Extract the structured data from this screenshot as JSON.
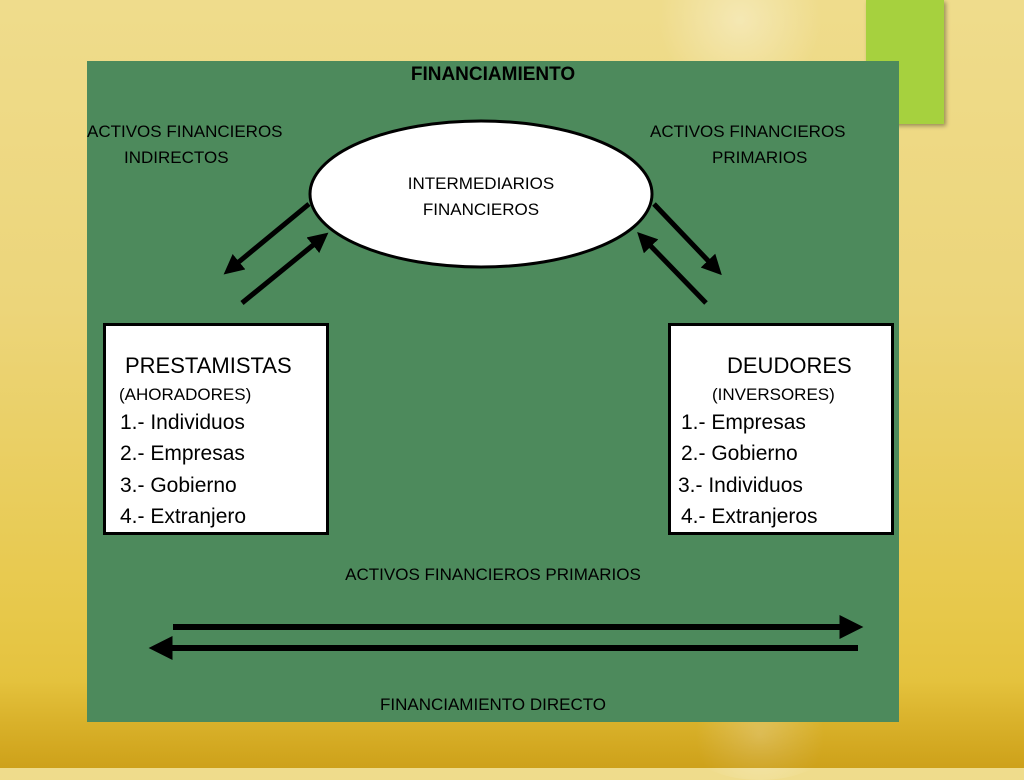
{
  "title": "FINANCIAMIENTO",
  "top_left_label": {
    "line1": "ACTIVOS FINANCIEROS",
    "line2": "INDIRECTOS"
  },
  "top_right_label": {
    "line1": "ACTIVOS  FINANCIEROS",
    "line2": "PRIMARIOS"
  },
  "intermediaries": {
    "line1": "INTERMEDIARIOS",
    "line2": "FINANCIEROS"
  },
  "lenders": {
    "title": "PRESTAMISTAS",
    "subtitle": "(AHORADORES)",
    "items": [
      "1.- Individuos",
      "2.- Empresas",
      "3.- Gobierno",
      "4.- Extranjero"
    ]
  },
  "debtors": {
    "title": "DEUDORES",
    "subtitle": "(INVERSORES)",
    "items": [
      "1.- Empresas",
      "2.- Gobierno",
      "3.- Individuos",
      "4.- Extranjeros"
    ]
  },
  "middle_label": "ACTIVOS FINANCIEROS PRIMARIOS",
  "bottom_label": "FINANCIAMIENTO DIRECTO",
  "colors": {
    "panel": "#4d8a5c",
    "accent": "#a6d13e",
    "background": "#ecd57a"
  }
}
